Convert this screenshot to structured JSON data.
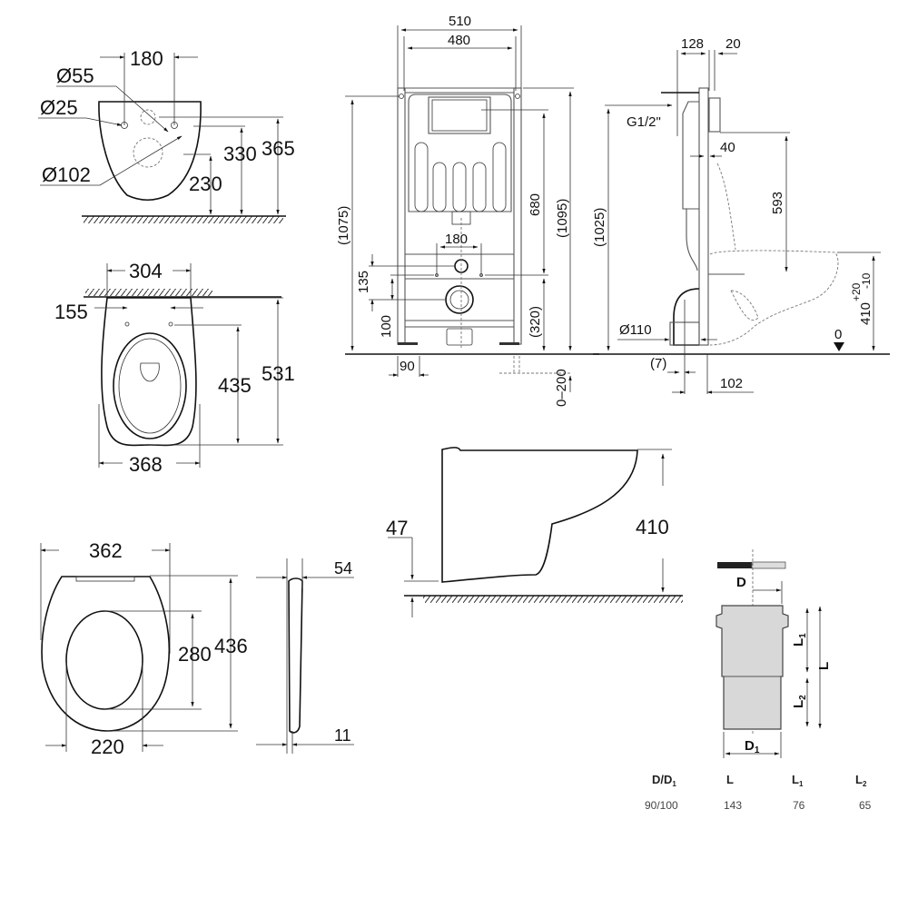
{
  "bowl_rear_view": {
    "hole_spacing": "180",
    "dia_large_hole": "Ø55",
    "dia_small_hole": "Ø25",
    "dia_outlet": "Ø102",
    "outlet_height": "230",
    "fixing_height": "330",
    "top_height": "365"
  },
  "bowl_top_view": {
    "rear_width": "304",
    "fixing_offset": "155",
    "fixing_to_front": "435",
    "total_length": "531",
    "bowl_width": "368"
  },
  "seat_view": {
    "seat_width": "362",
    "opening_length": "280",
    "seat_length": "436",
    "opening_width": "220",
    "lid_thickness": "54",
    "seat_thickness": "11"
  },
  "frame_front_view": {
    "outer_width": "510",
    "inner_width": "480",
    "height_left": "(1075)",
    "height_cistern": "680",
    "height_total": "(1095)",
    "stud_spacing": "180",
    "dim_135": "135",
    "dim_100": "100",
    "dim_320": "(320)",
    "foot_width": "90",
    "foot_adjust": "0–200"
  },
  "frame_side_view": {
    "depth": "128",
    "panel": "20",
    "water_inlet": "G1/2\"",
    "offset_40": "40",
    "height_1025": "(1025)",
    "dim_593": "593",
    "outlet_dia": "Ø110",
    "offset_7": "(7)",
    "offset_102": "102",
    "floor_level": "0",
    "bowl_height": "410",
    "tol_plus": "+20",
    "tol_minus": "-10"
  },
  "bowl_side_view": {
    "gap": "47",
    "height": "410"
  },
  "connector": {
    "label_d": "D",
    "label_d1": "D",
    "label_l": "L",
    "label_l1": "L",
    "label_l2": "L",
    "sub_1": "1",
    "sub_2": "2",
    "table": {
      "headers": [
        {
          "main": "D/D",
          "sub": "1"
        },
        {
          "main": "L",
          "sub": ""
        },
        {
          "main": "L",
          "sub": "1"
        },
        {
          "main": "L",
          "sub": "2"
        }
      ],
      "rows": [
        [
          "90/100",
          "143",
          "76",
          "65"
        ]
      ]
    }
  }
}
